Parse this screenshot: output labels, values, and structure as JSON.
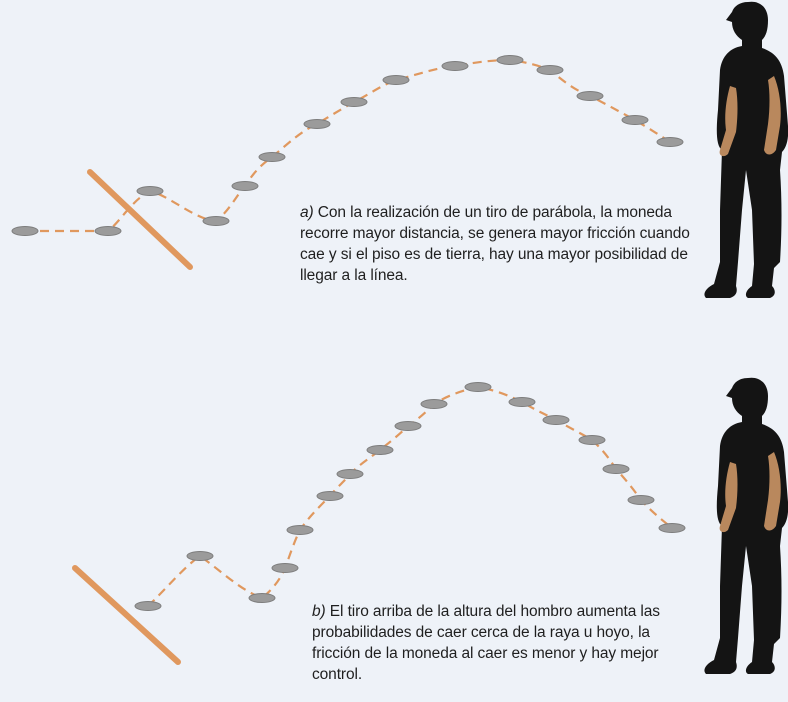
{
  "colors": {
    "background": "#eef2f8",
    "path": "#e0985e",
    "stick": "#e0985e",
    "coin": "#9b9b9b",
    "coin_rim": "#7d7d7d",
    "figure": "#141414",
    "skin": "#b9885d"
  },
  "icons": {
    "coin": "coin-icon",
    "stick": "stick-icon",
    "person": "person-silhouette-icon"
  },
  "panel_a": {
    "label": "a)",
    "text": " Con la realización de un tiro de parábola, la moneda recorre mayor distancia, se genera mayor fricción cuando cae y si el piso es de tierra, hay una mayor posibilidad de llegar a la línea."
  },
  "panel_b": {
    "label": "b)",
    "text": " El tiro arriba de la altura del hombro aumenta las probabilidades de caer cerca de la raya u hoyo, la fricción de la moneda al caer es menor y hay mejor control."
  }
}
